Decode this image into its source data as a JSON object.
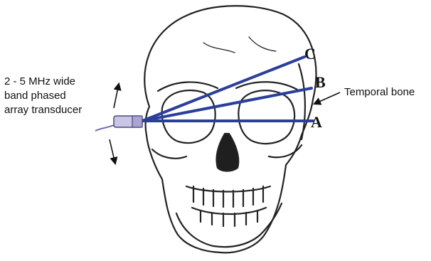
{
  "labels": {
    "transducer_lines": [
      "2 - 5 MHz wide",
      "band phased",
      "array transducer"
    ],
    "temporal_bone": "Temporal bone"
  },
  "beams": [
    {
      "id": "C",
      "label": "C"
    },
    {
      "id": "B",
      "label": "B"
    },
    {
      "id": "A",
      "label": "A"
    }
  ],
  "colors": {
    "beam": "#2b3f9a",
    "ink": "#111111",
    "transducer_body": "#c9c6e3",
    "background": "#ffffff"
  },
  "icons": {
    "transducer": "transducer-probe-icon",
    "move_up": "arrow-up-icon",
    "move_down": "arrow-down-icon"
  }
}
